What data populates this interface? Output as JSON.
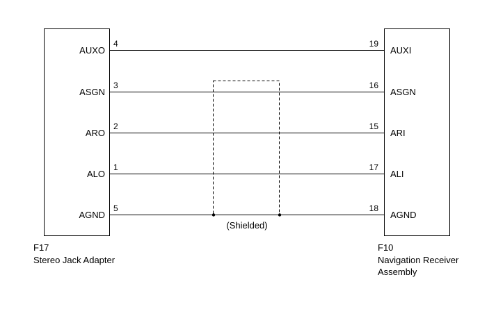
{
  "left_component": {
    "code": "F17",
    "name": "Stereo Jack Adapter",
    "pins": [
      {
        "label": "AUXO",
        "number": "4"
      },
      {
        "label": "ASGN",
        "number": "3"
      },
      {
        "label": "ARO",
        "number": "2"
      },
      {
        "label": "ALO",
        "number": "1"
      },
      {
        "label": "AGND",
        "number": "5"
      }
    ]
  },
  "right_component": {
    "code": "F10",
    "name_line1": "Navigation Receiver",
    "name_line2": "Assembly",
    "pins": [
      {
        "label": "AUXI",
        "number": "19"
      },
      {
        "label": "ASGN",
        "number": "16"
      },
      {
        "label": "ARI",
        "number": "15"
      },
      {
        "label": "ALI",
        "number": "17"
      },
      {
        "label": "AGND",
        "number": "18"
      }
    ]
  },
  "shield": {
    "label": "(Shielded)"
  }
}
